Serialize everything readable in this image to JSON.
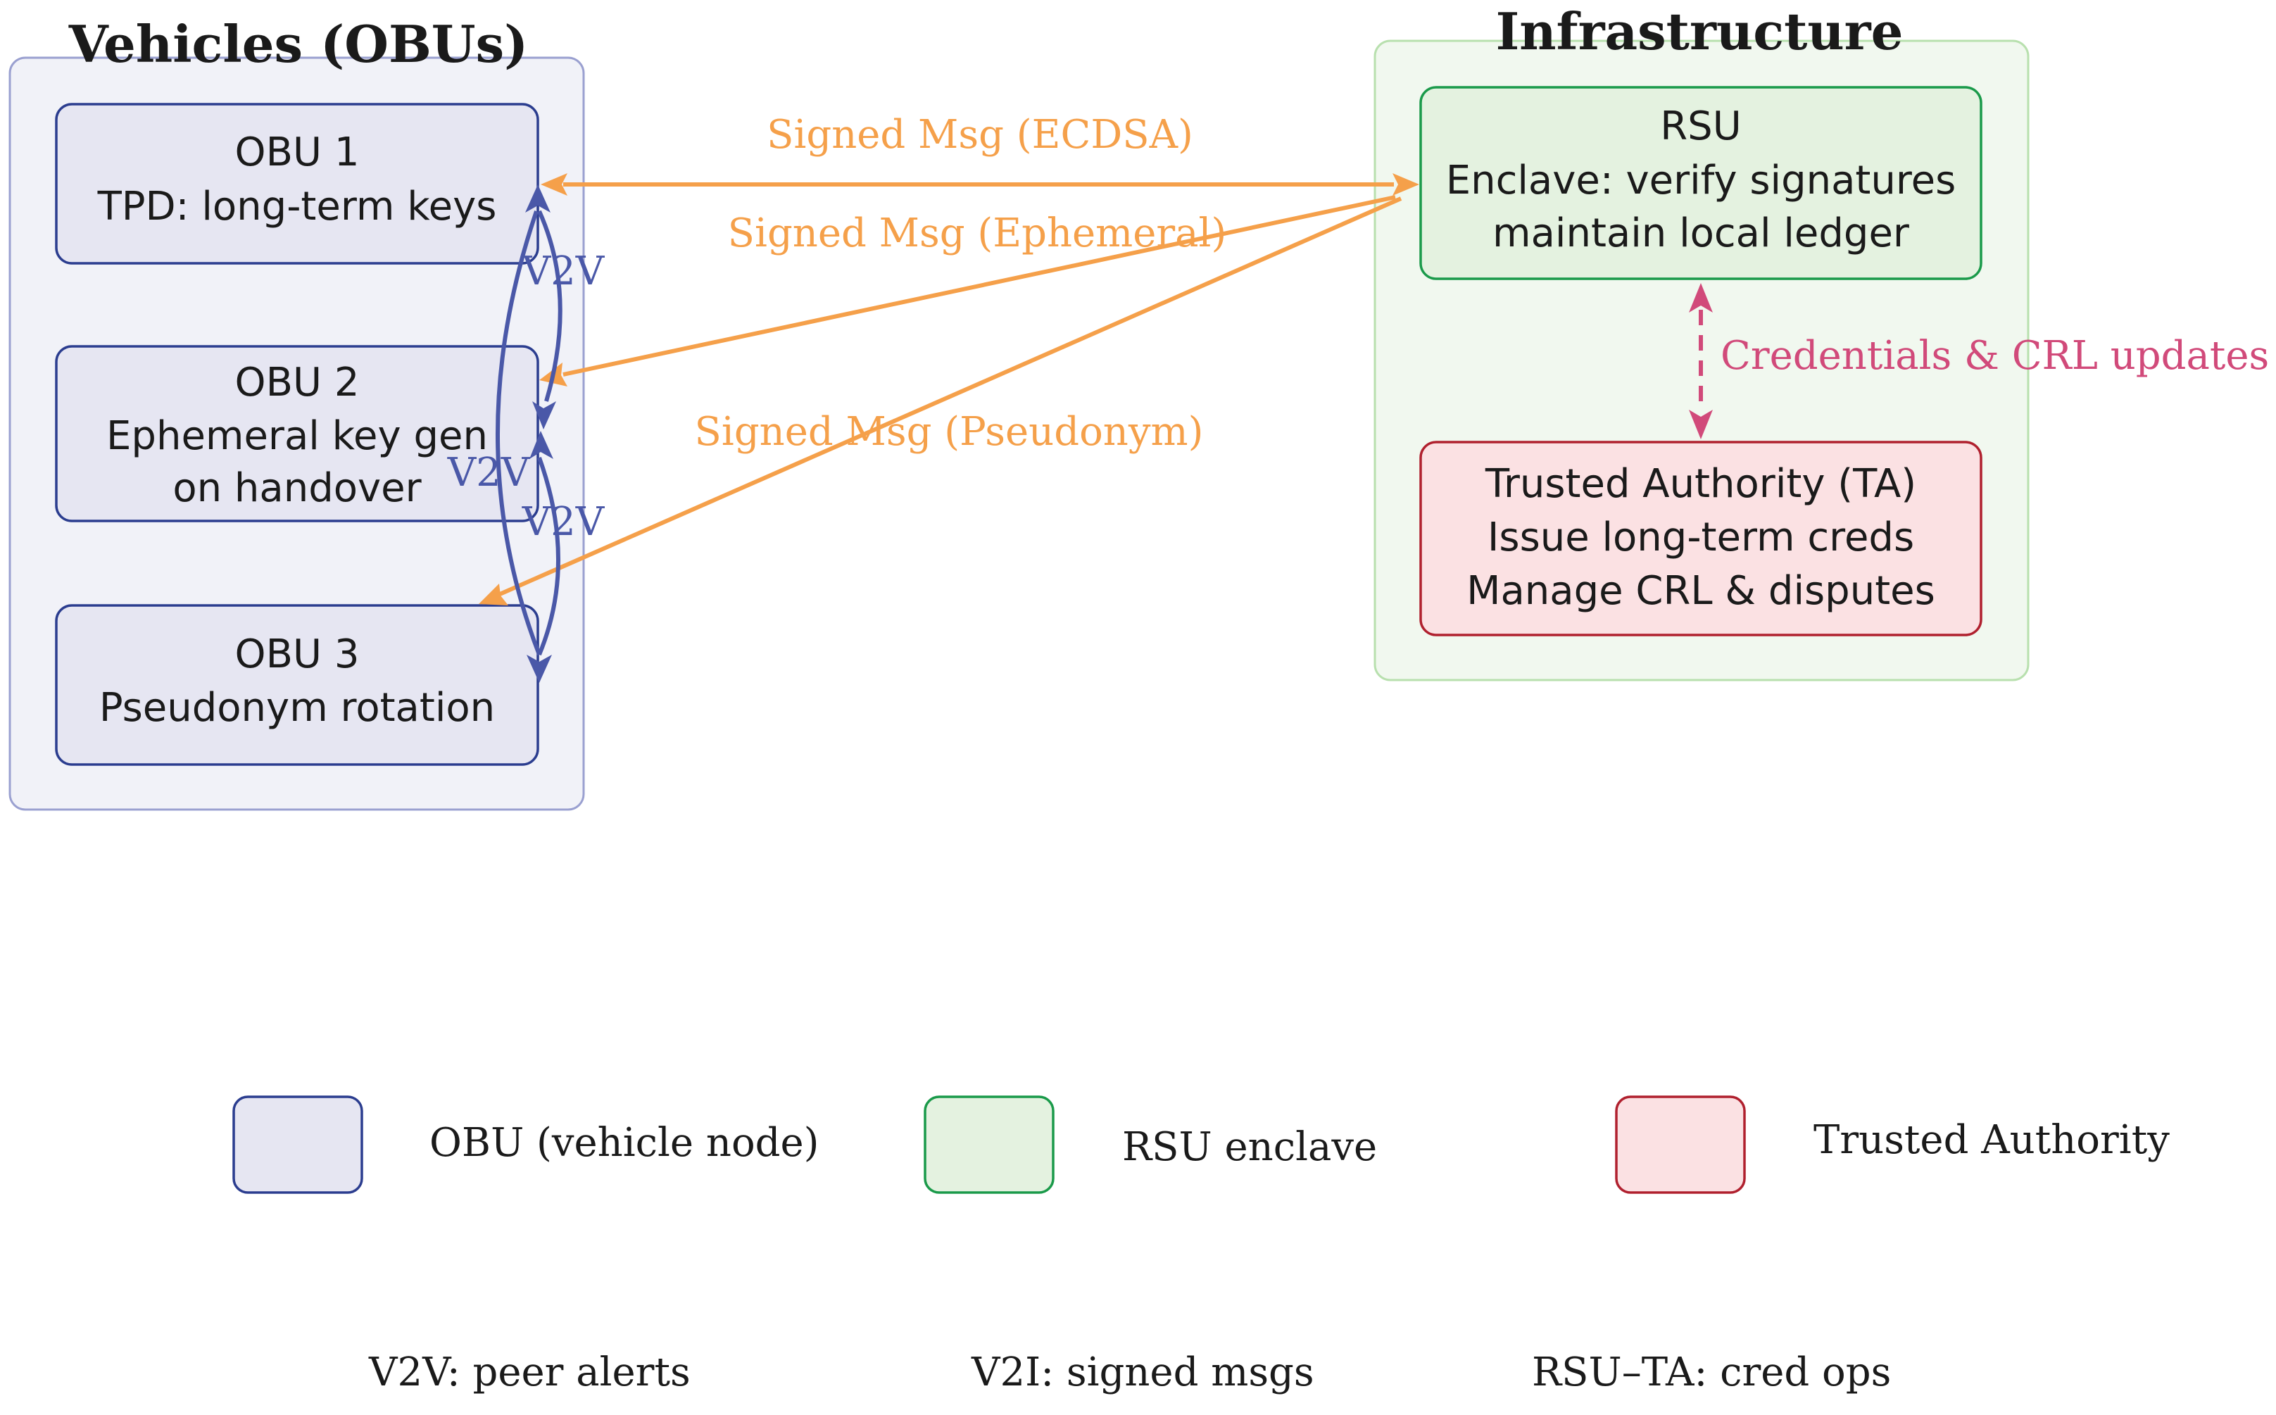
{
  "groups": {
    "vehicles_title": "Vehicles (OBUs)",
    "infrastructure_title": "Infrastructure"
  },
  "nodes": {
    "obu1": {
      "line1": "OBU 1",
      "line2": "TPD: long-term keys"
    },
    "obu2": {
      "line1": "OBU 2",
      "line2": "Ephemeral key gen",
      "line3": "on handover"
    },
    "obu3": {
      "line1": "OBU 3",
      "line2": "Pseudonym rotation"
    },
    "rsu": {
      "line1": "RSU",
      "line2": "Enclave: verify signatures",
      "line3": "maintain local ledger"
    },
    "ta": {
      "line1": "Trusted Authority (TA)",
      "line2": "Issue long-term creds",
      "line3": "Manage CRL & disputes"
    }
  },
  "edges": {
    "msg_ecdsa": "Signed Msg (ECDSA)",
    "msg_ephemeral": "Signed Msg (Ephemeral)",
    "msg_pseudonym": "Signed Msg (Pseudonym)",
    "v2v_a": "V2V",
    "v2v_b": "V2V",
    "v2v_c": "V2V",
    "cred_updates": "Credentials & CRL updates"
  },
  "legend": {
    "obu": "OBU (vehicle node)",
    "rsu": "RSU enclave",
    "ta": "Trusted Authority"
  },
  "footer": {
    "v2v": "V2V: peer alerts",
    "v2i": "V2I: signed msgs",
    "rsu_ta": "RSU–TA: cred ops"
  },
  "colors": {
    "obu_fill": "#e6e6f2",
    "obu_stroke": "#2b3d8f",
    "group_vehicles_fill": "#f1f2f8",
    "group_vehicles_stroke": "#9aa0d0",
    "rsu_fill": "#e4f2e0",
    "rsu_stroke": "#1a9a4a",
    "group_infra_fill": "#f1f8ef",
    "group_infra_stroke": "#b8e0ae",
    "ta_fill": "#fbe1e3",
    "ta_stroke": "#b0202e",
    "v2i_arrow": "#f5a04a",
    "v2v_arrow": "#4a58a8",
    "cred_arrow": "#d14a7a"
  }
}
